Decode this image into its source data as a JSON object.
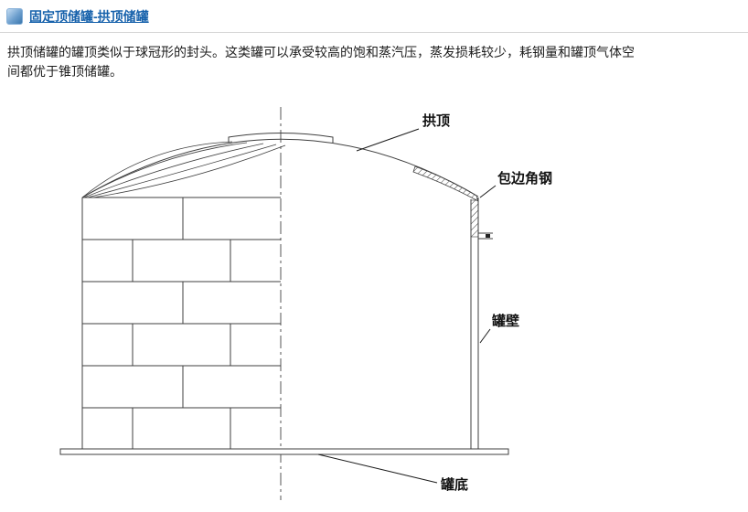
{
  "header": {
    "title": "固定顶储罐-拱顶储罐"
  },
  "intro": "拱顶储罐的罐顶类似于球冠形的封头。这类罐可以承受较高的饱和蒸汽压，蒸发损耗较少，耗钢量和罐顶气体空间都优于锥顶储罐。",
  "diagram": {
    "labels": {
      "dome": "拱顶",
      "curb_angle": "包边角钢",
      "wall": "罐壁",
      "bottom": "罐底"
    }
  },
  "colors": {
    "link_blue": "#1661ab",
    "line_gray": "#3f3f3f"
  }
}
